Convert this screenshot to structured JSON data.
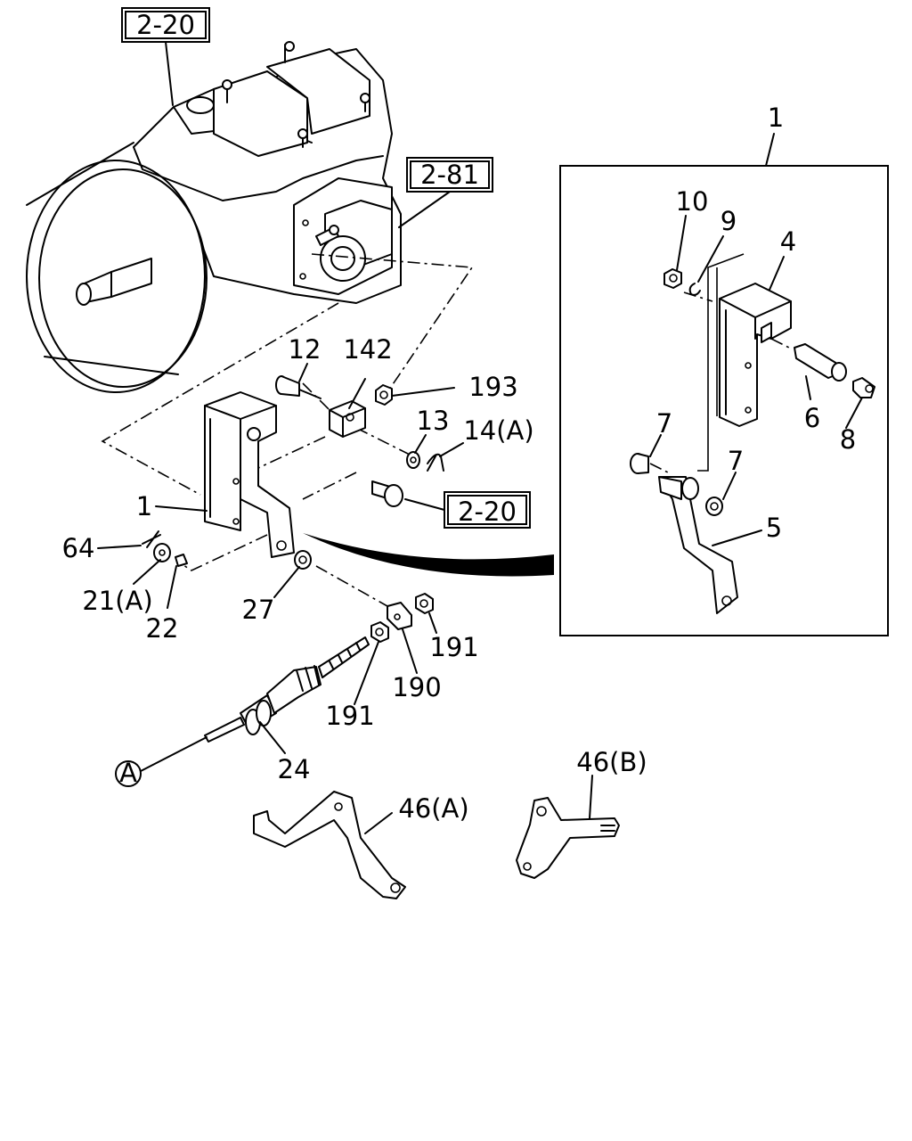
{
  "references": {
    "top_ref": "2-20",
    "side_ref": "2-81",
    "bolt_ref": "2-20"
  },
  "labels": {
    "l1_main": "1",
    "l12": "12",
    "l142": "142",
    "l193": "193",
    "l13": "13",
    "l14a": "14(A)",
    "l64": "64",
    "l21a": "21(A)",
    "l22": "22",
    "l27": "27",
    "l191a": "191",
    "l190": "190",
    "l191b": "191",
    "l24": "24",
    "circle_a": "A",
    "l46a": "46(A)",
    "l46b": "46(B)"
  },
  "detail": {
    "l1": "1",
    "l10": "10",
    "l9": "9",
    "l4": "4",
    "l6": "6",
    "l8": "8",
    "l7a": "7",
    "l7b": "7",
    "l5": "5"
  }
}
